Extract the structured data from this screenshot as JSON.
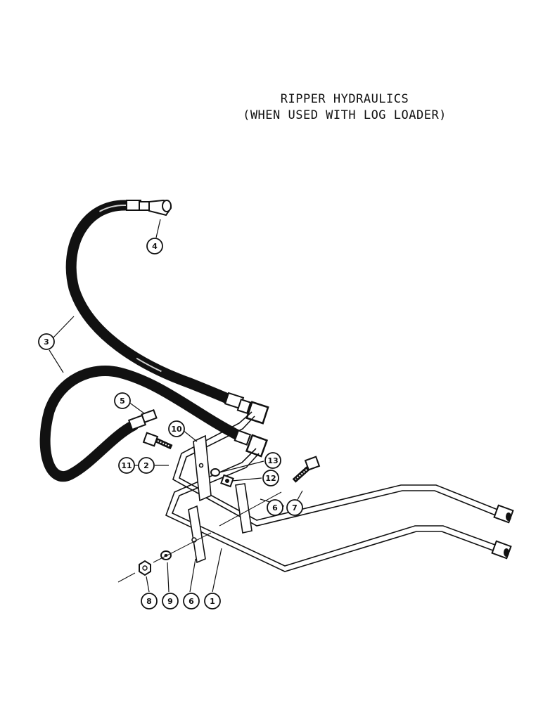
{
  "title": {
    "line1": "RIPPER HYDRAULICS",
    "line2": "(WHEN USED WITH LOG LOADER)"
  },
  "callouts": {
    "c1": "1",
    "c2": "2",
    "c3": "3",
    "c4": "4",
    "c5": "5",
    "c6a": "6",
    "c6b": "6",
    "c7": "7",
    "c8": "8",
    "c9": "9",
    "c10": "10",
    "c11": "11",
    "c12": "12",
    "c13": "13"
  }
}
